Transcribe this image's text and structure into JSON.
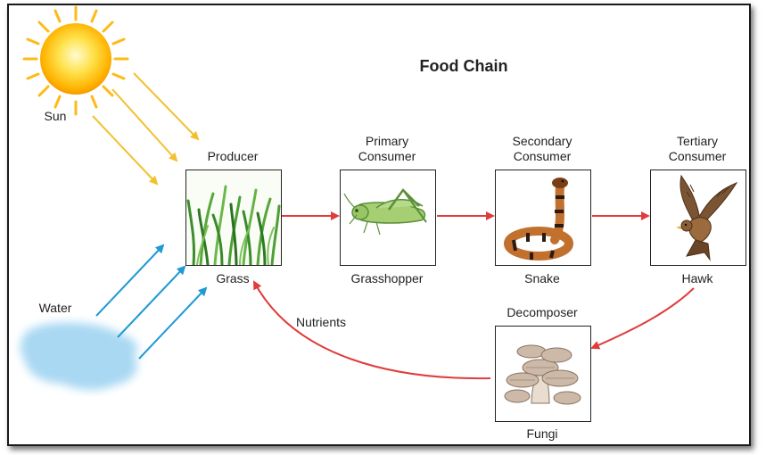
{
  "title": "Food Chain",
  "labels": {
    "sun": "Sun",
    "water": "Water",
    "nutrients": "Nutrients"
  },
  "stages": [
    {
      "role_line1": "",
      "role_line2": "Producer",
      "organism": "Grass",
      "icon": "grass-icon"
    },
    {
      "role_line1": "Primary",
      "role_line2": "Consumer",
      "organism": "Grasshopper",
      "icon": "grasshopper-icon"
    },
    {
      "role_line1": "Secondary",
      "role_line2": "Consumer",
      "organism": "Snake",
      "icon": "snake-icon"
    },
    {
      "role_line1": "Tertiary",
      "role_line2": "Consumer",
      "organism": "Hawk",
      "icon": "hawk-icon"
    }
  ],
  "decomposer": {
    "role": "Decomposer",
    "organism": "Fungi",
    "icon": "mushroom-icon"
  },
  "colors": {
    "energy_arrow": "#e03c3c",
    "sun_ray": "#f2c12e",
    "water_arrow": "#1f9ad6",
    "water_pool": "#a9d8f3"
  }
}
